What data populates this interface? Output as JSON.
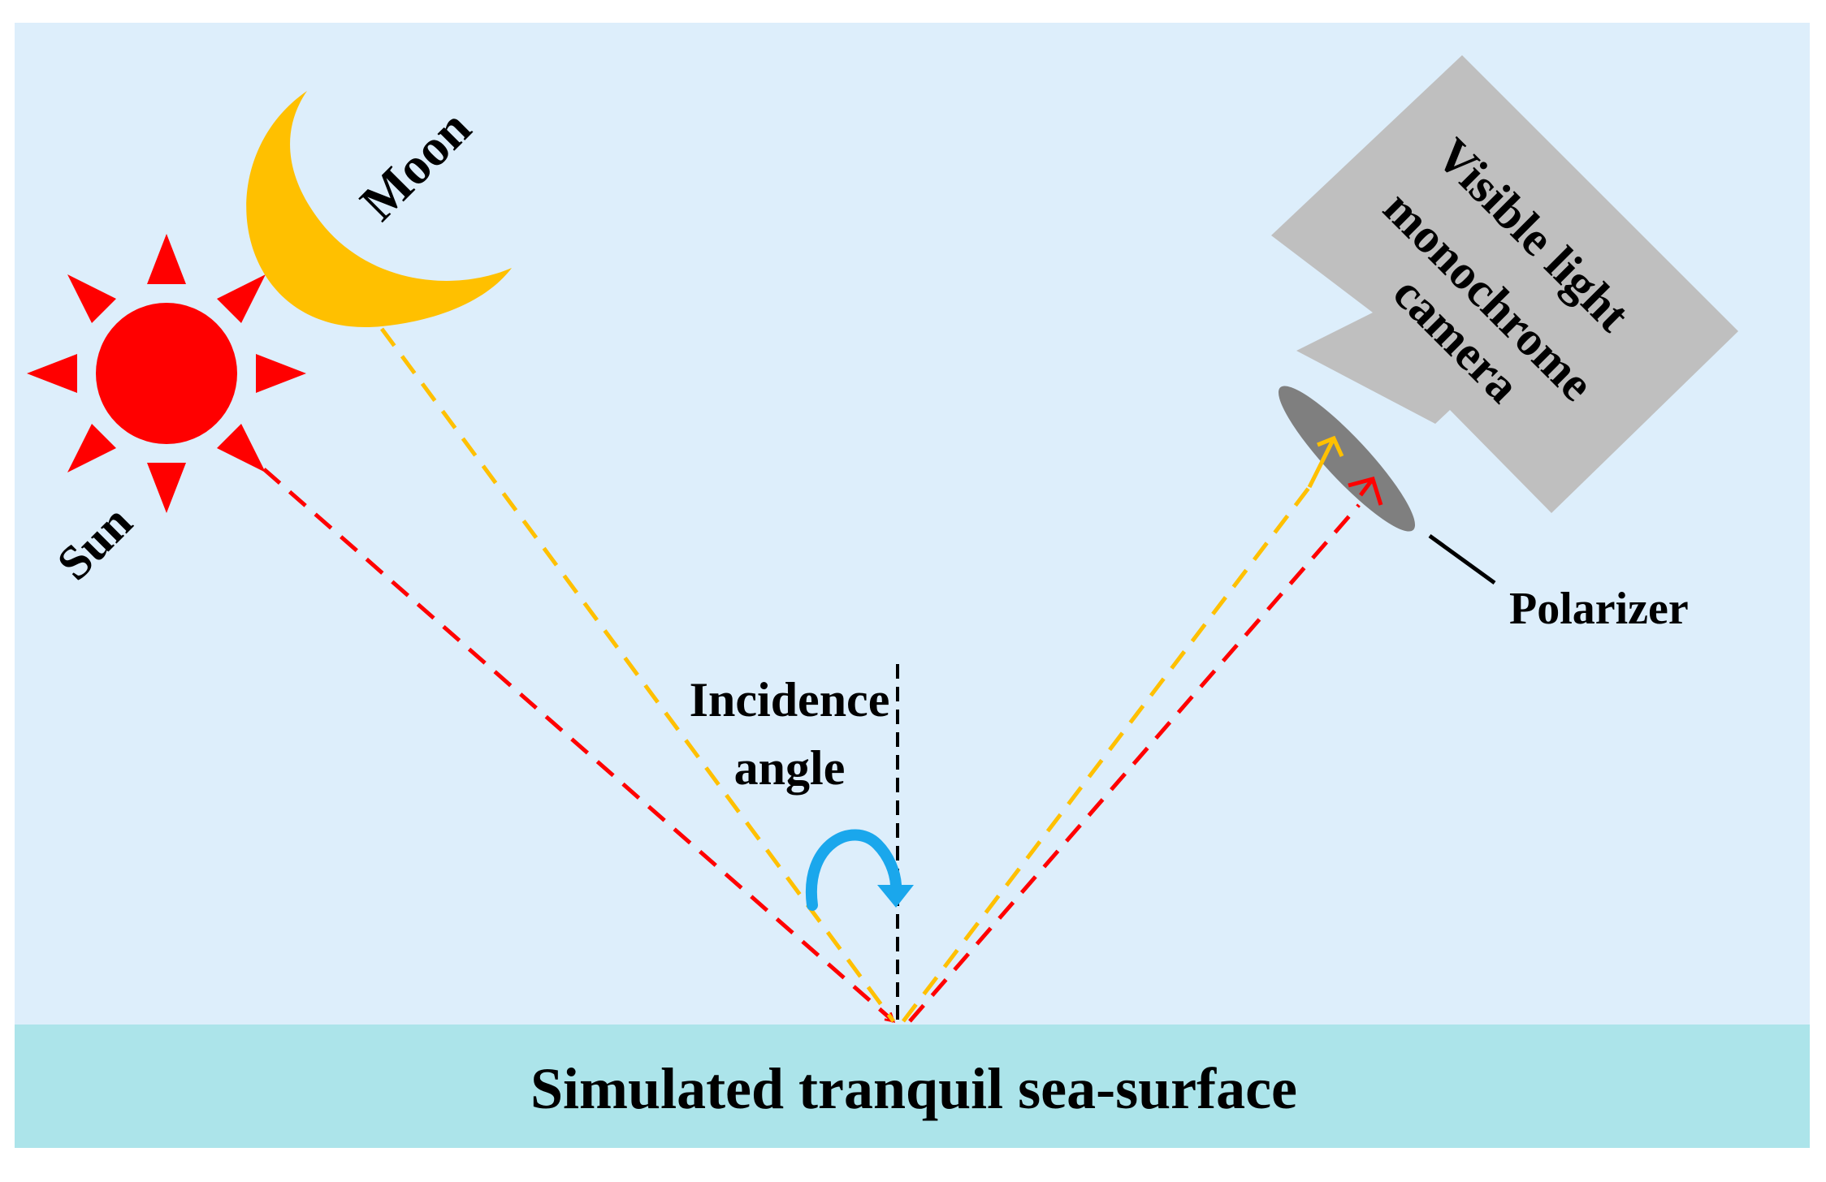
{
  "diagram": {
    "labels": {
      "sun": "Sun",
      "moon": "Moon",
      "camera_line1": "Visible light",
      "camera_line2": "monochrome",
      "camera_line3": "camera",
      "polarizer": "Polarizer",
      "incidence_line1": "Incidence",
      "incidence_line2": "angle",
      "sea_surface": "Simulated tranquil sea-surface"
    },
    "colors": {
      "sky": "#DDEEFB",
      "sea": "#ACE4EA",
      "sun": "#FF0000",
      "moon": "#FFC000",
      "camera_body": "#BFBFBF",
      "camera_lens": "#7F7F7F",
      "sun_ray": "#FF0000",
      "moon_ray": "#FFC000",
      "angle_arrow": "#1AA7EC",
      "normal_line": "#000000"
    }
  }
}
